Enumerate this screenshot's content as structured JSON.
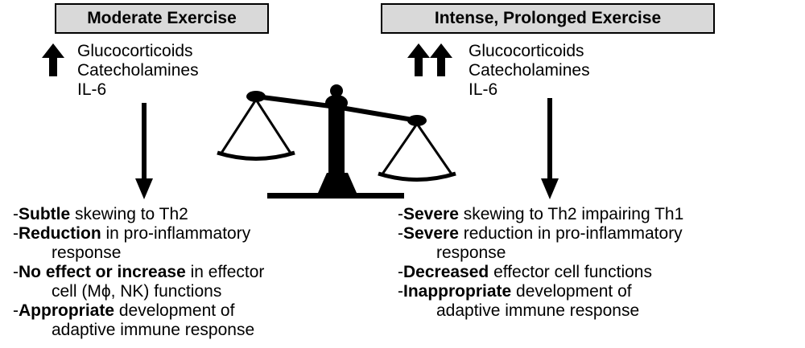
{
  "left": {
    "title": "Moderate Exercise",
    "hormones": [
      "Glucocorticoids",
      "Catecholamines",
      "IL-6"
    ],
    "effects": [
      {
        "prefix": "-",
        "bold": "Subtle",
        "rest": " skewing to Th2",
        "cont": ""
      },
      {
        "prefix": "-",
        "bold": "Reduction",
        "rest": " in pro-inflammatory",
        "cont": "response"
      },
      {
        "prefix": "-",
        "bold": "No effect or increase",
        "rest": " in effector",
        "cont": "cell (Mϕ, NK) functions"
      },
      {
        "prefix": "-",
        "bold": "Appropriate",
        "rest": " development of",
        "cont": "adaptive immune response"
      }
    ]
  },
  "right": {
    "title": "Intense, Prolonged Exercise",
    "hormones": [
      "Glucocorticoids",
      "Catecholamines",
      "IL-6"
    ],
    "effects": [
      {
        "prefix": "-",
        "bold": "Severe",
        "rest": " skewing to Th2 impairing Th1",
        "cont": ""
      },
      {
        "prefix": "-",
        "bold": "Severe",
        "rest": " reduction in pro-inflammatory",
        "cont": "response"
      },
      {
        "prefix": "-",
        "bold": "Decreased",
        "rest": " effector cell functions",
        "cont": ""
      },
      {
        "prefix": "-",
        "bold": "Inappropriate",
        "rest": " development of",
        "cont": "adaptive immune response"
      }
    ]
  },
  "icons": {
    "up_arrow": "up-arrow-icon",
    "down_arrow": "down-arrow-icon",
    "scale": "balance-scale-icon"
  },
  "colors": {
    "box_fill": "#d9d9d9",
    "ink": "#000000"
  }
}
